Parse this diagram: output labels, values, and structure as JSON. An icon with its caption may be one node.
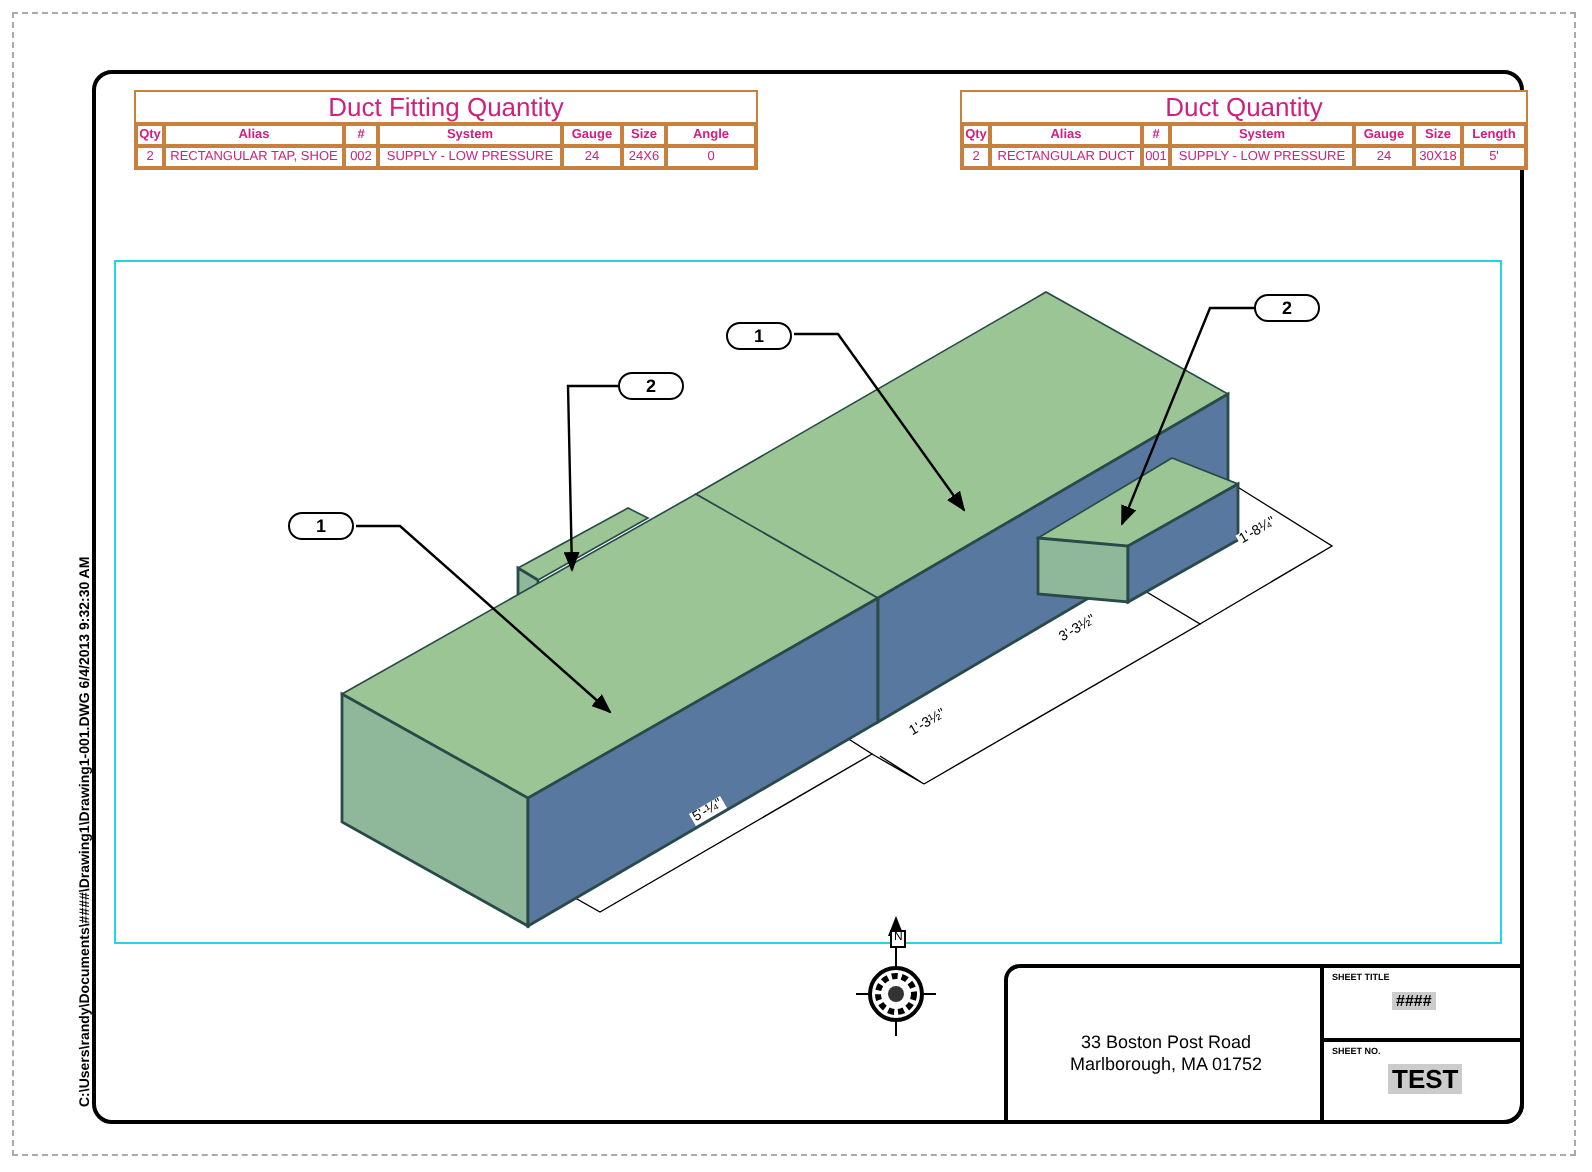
{
  "diagram": {
    "nodes": [
      {
        "text": [
          "1"
        ]
      },
      {
        "text": [
          "2"
        ]
      },
      {
        "text": [
          "1"
        ]
      },
      {
        "text": [
          "2"
        ]
      },
      {
        "text": [],
        "shape": "box"
      },
      {
        "text": [],
        "shape": "box"
      },
      {
        "text": [],
        "shape": "box"
      },
      {
        "text": [],
        "shape": "box"
      }
    ],
    "edges": [
      {
        "from": 0,
        "to": 4,
        "arrow": "to"
      },
      {
        "from": 1,
        "to": 5,
        "arrow": "to"
      },
      {
        "from": 2,
        "to": 6,
        "arrow": "to"
      },
      {
        "from": 3,
        "to": 7,
        "arrow": "to"
      }
    ],
    "labels": [
      "Duct Fitting Quantity",
      "Qty",
      "Alias",
      "#",
      "System",
      "Gauge",
      "Size",
      "Angle",
      "2",
      "RECTANGULAR TAP, SHOE",
      "002",
      "SUPPLY - LOW PRESSURE",
      "24",
      "24X6",
      "0",
      "Duct Quantity",
      "Qty",
      "Alias",
      "#",
      "System",
      "Gauge",
      "Size",
      "Length",
      "2",
      "RECTANGULAR DUCT",
      "001",
      "SUPPLY - LOW PRESSURE",
      "24",
      "30X18",
      "5'",
      "5'-¼\"",
      "1'-3½\"",
      "3'-3½\"",
      "1'-8¼\"",
      "C:\\Users\\randy\\Documents\\####\\Drawing1\\Drawing1-001.DWG 6/4/2013 9:32:30 AM",
      "33 Boston Post Road",
      "Marlborough, MA 01752",
      "SHEET TITLE",
      "####",
      "SHEET NO.",
      "TEST",
      "N"
    ]
  }
}
